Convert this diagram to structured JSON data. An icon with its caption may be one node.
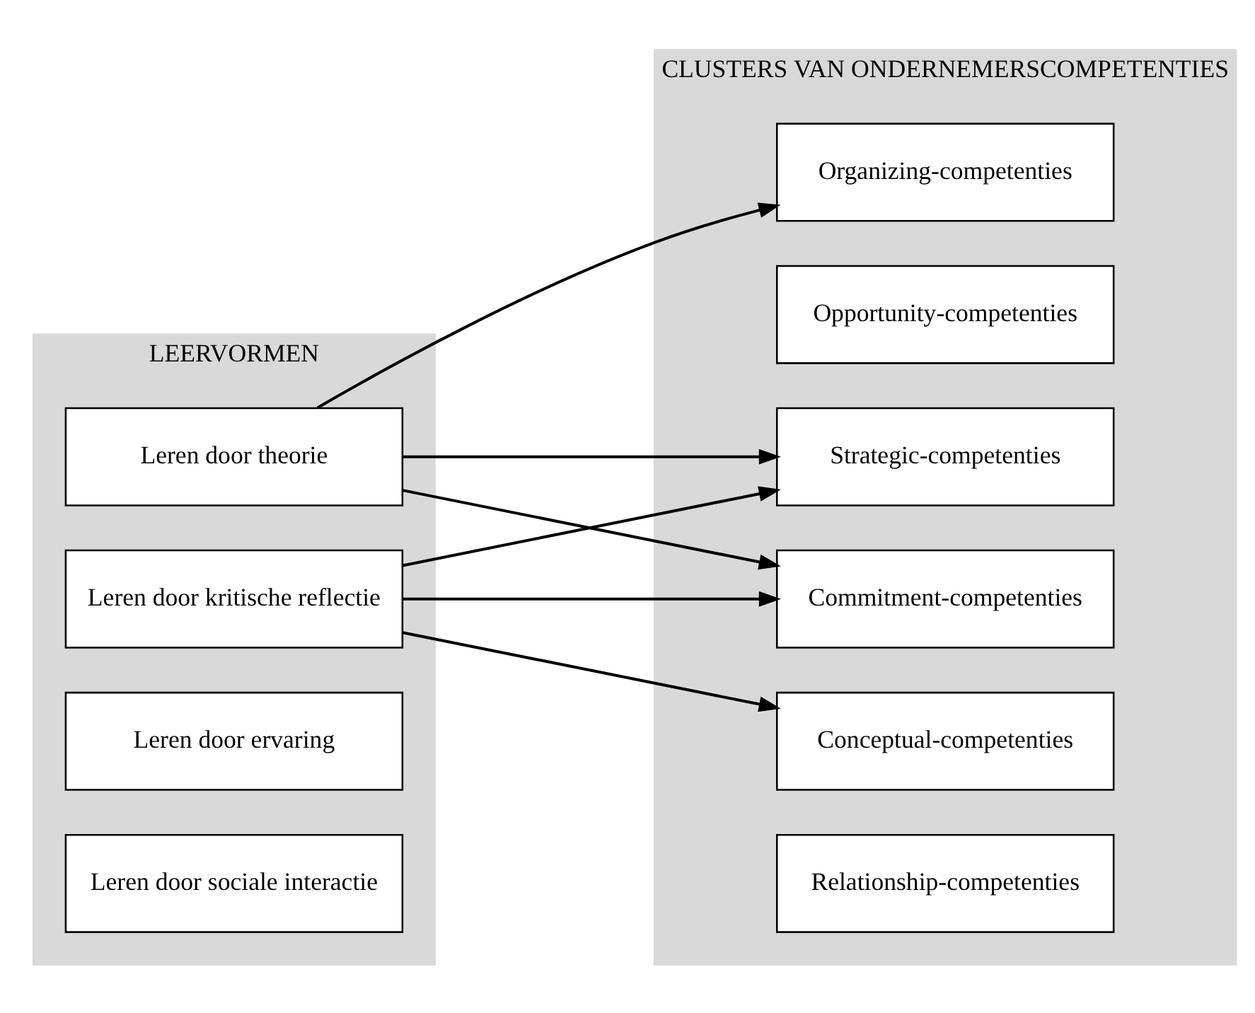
{
  "diagram": {
    "nodes": [
      {
        "text": [
          "LEERVORMEN"
        ]
      },
      {
        "text": [
          "Leren door sociale interactie"
        ],
        "in": 0
      },
      {
        "text": [
          "Leren door ervaring"
        ],
        "in": 0
      },
      {
        "text": [
          "Leren door kritische reflectie"
        ],
        "in": 0
      },
      {
        "text": [
          "Leren door theorie"
        ],
        "in": 0
      },
      {
        "text": [
          "CLUSTERS VAN ONDERNEMERSCOMPETENTIES"
        ]
      },
      {
        "text": [
          "Relationship-competenties"
        ],
        "in": 5
      },
      {
        "text": [
          "Organizing-competenties"
        ],
        "in": 5
      },
      {
        "text": [
          "Commitment-competenties"
        ],
        "in": 5
      },
      {
        "text": [
          "Opportunity-competenties"
        ],
        "in": 5
      },
      {
        "text": [
          "Strategic-competenties"
        ],
        "in": 5
      },
      {
        "text": [
          "Conceptual-competenties"
        ],
        "in": 5
      }
    ],
    "edges": [
      {
        "from": 3,
        "to": 8,
        "arrow": "to"
      },
      {
        "from": 3,
        "to": 10,
        "arrow": "to"
      },
      {
        "from": 3,
        "to": 11,
        "arrow": "to"
      },
      {
        "from": 4,
        "to": 7,
        "arrow": "to"
      },
      {
        "from": 4,
        "to": 8,
        "arrow": "to"
      },
      {
        "from": 4,
        "to": 10,
        "arrow": "to"
      }
    ]
  }
}
